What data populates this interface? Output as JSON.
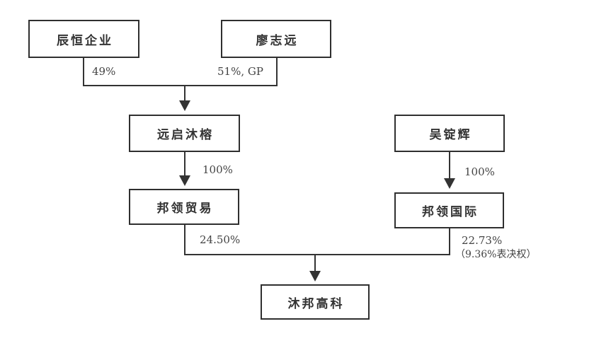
{
  "diagram": {
    "type": "ownership-structure",
    "background": "#ffffff",
    "line_color": "#333333",
    "box_border_color": "#2f2f2f",
    "nodes": {
      "chenheng": {
        "label": "辰恒企业"
      },
      "liao": {
        "label": "廖志远"
      },
      "yuanqi": {
        "label": "远启沐榕"
      },
      "wu": {
        "label": "吴锭辉"
      },
      "bltrade": {
        "label": "邦领贸易"
      },
      "blintl": {
        "label": "邦领国际"
      },
      "mubang": {
        "label": "沐邦高科"
      }
    },
    "edges": {
      "chenheng_to_yuanqi": {
        "label": "49%"
      },
      "liao_to_yuanqi": {
        "label": "51%, GP"
      },
      "yuanqi_to_bltrade": {
        "label": "100%"
      },
      "wu_to_blintl": {
        "label": "100%"
      },
      "bltrade_to_mubang": {
        "label": "24.50%"
      },
      "blintl_to_mubang": {
        "label": "22.73%",
        "note": "（9.36%表决权）"
      }
    }
  }
}
